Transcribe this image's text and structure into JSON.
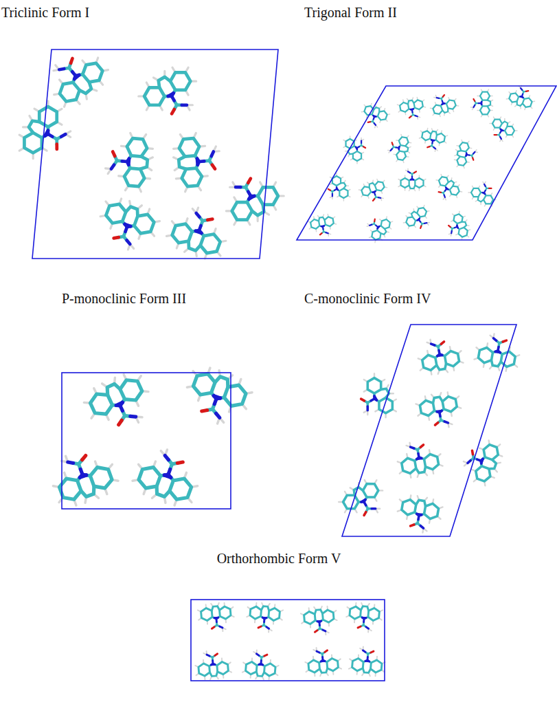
{
  "diagram": {
    "labels": [
      "Triclinic Form I",
      "Trigonal Form II",
      "P-monoclinic Form III",
      "C-monoclinic Form IV",
      "Orthorhombic Form V"
    ]
  }
}
